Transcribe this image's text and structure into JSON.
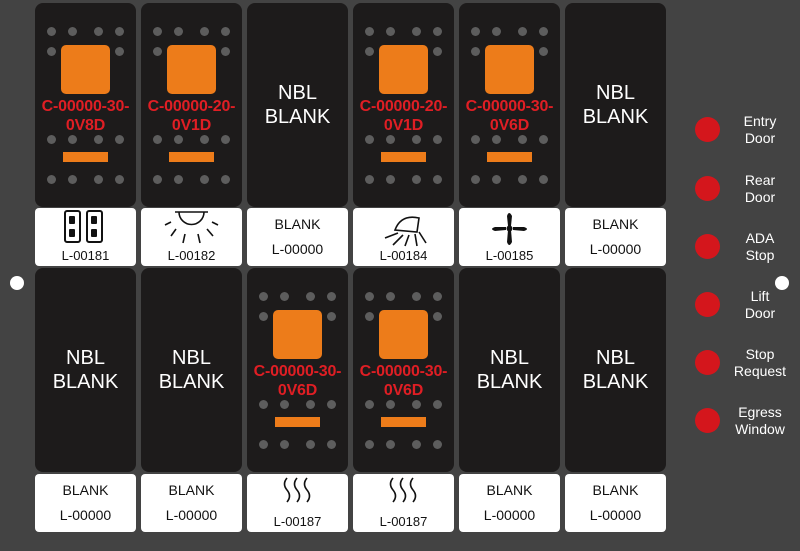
{
  "switches": [
    {
      "kind": "lit",
      "code": "C-00000-30-\n0V8D",
      "label_code": "L-00181",
      "icon": "double-window-icon"
    },
    {
      "kind": "lit",
      "code": "C-00000-20-\n0V1D",
      "label_code": "L-00182",
      "icon": "dome-light-icon"
    },
    {
      "kind": "blank",
      "text": "NBL\nBLANK",
      "label_title": "BLANK",
      "label_code": "L-00000"
    },
    {
      "kind": "lit",
      "code": "C-00000-20-\n0V1D",
      "label_code": "L-00184",
      "icon": "spotlight-icon"
    },
    {
      "kind": "lit",
      "code": "C-00000-30-\n0V6D",
      "label_code": "L-00185",
      "icon": "fan-icon"
    },
    {
      "kind": "blank",
      "text": "NBL\nBLANK",
      "label_title": "BLANK",
      "label_code": "L-00000"
    },
    {
      "kind": "blank",
      "text": "NBL\nBLANK",
      "label_title": "BLANK",
      "label_code": "L-00000"
    },
    {
      "kind": "blank",
      "text": "NBL\nBLANK",
      "label_title": "BLANK",
      "label_code": "L-00000"
    },
    {
      "kind": "lit",
      "code": "C-00000-30-\n0V6D",
      "label_code": "L-00187",
      "icon": "heat-icon"
    },
    {
      "kind": "lit",
      "code": "C-00000-30-\n0V6D",
      "label_code": "L-00187",
      "icon": "heat-icon"
    },
    {
      "kind": "blank",
      "text": "NBL\nBLANK",
      "label_title": "BLANK",
      "label_code": "L-00000"
    },
    {
      "kind": "blank",
      "text": "NBL\nBLANK",
      "label_title": "BLANK",
      "label_code": "L-00000"
    }
  ],
  "indicators": [
    {
      "label": "Entry\nDoor"
    },
    {
      "label": "Rear\nDoor"
    },
    {
      "label": "ADA\nStop"
    },
    {
      "label": "Lift\nDoor"
    },
    {
      "label": "Stop\nRequest"
    },
    {
      "label": "Egress\nWindow"
    }
  ],
  "colors": {
    "panel": "#434343",
    "switch": "#1d1b1b",
    "amber": "#ed7c1a",
    "code_red": "#e01e24",
    "led_red": "#d4161c"
  }
}
